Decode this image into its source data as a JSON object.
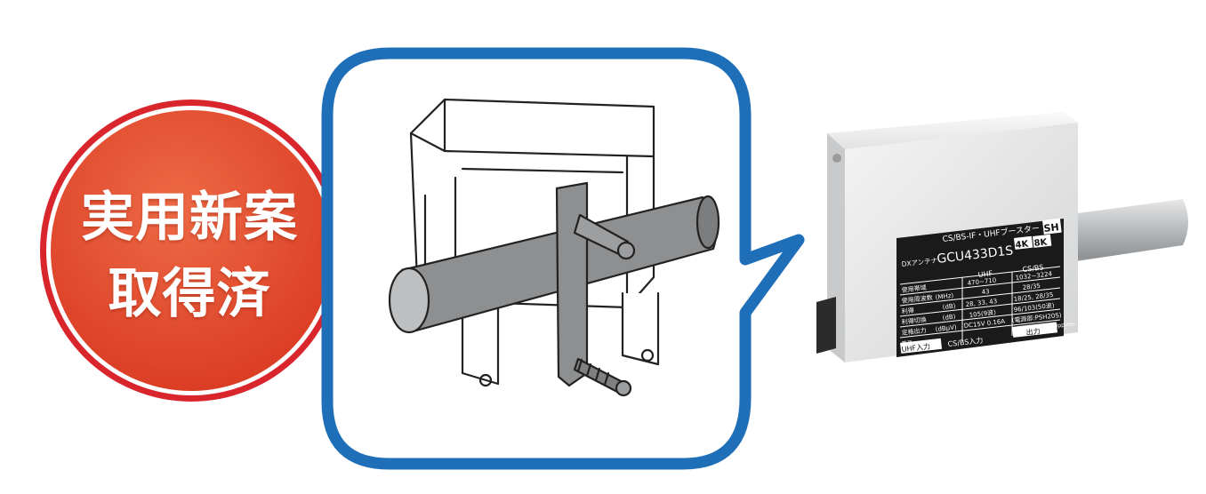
{
  "badge": {
    "line1": "実用新案",
    "line2": "取得済"
  },
  "label": {
    "product_line": "CS/BS-IF・UHFブースター",
    "brand": "DXアンテナ",
    "model": "GCU433D1S",
    "badge_4k": "4K",
    "badge_8k": "8K",
    "badge_sh": "SH",
    "col_uhf": "UHF",
    "col_csbs": "CS/BS",
    "rows": [
      {
        "name": "使用帯域",
        "unit": "",
        "uhf": "470~710",
        "csbs": "1032~3224"
      },
      {
        "name": "使用周波数",
        "unit": "(MHz)",
        "uhf": "43",
        "csbs": "28/35"
      },
      {
        "name": "利得",
        "unit": "(dB)",
        "uhf": "28, 33, 43",
        "csbs": "18/25, 28/35"
      },
      {
        "name": "利得切換",
        "unit": "(dB)",
        "uhf": "105(9波)",
        "csbs": "96/103(50波)"
      },
      {
        "name": "定格出力",
        "unit": "(dBμV)",
        "uhf": "DC15V 0.16A",
        "csbs": "(電源部:PSH20S)"
      },
      {
        "name": "電源",
        "unit": "",
        "uhf": "",
        "csbs": "Made in the Philippines"
      }
    ],
    "port_uhf_in": "UHF入力",
    "port_csbs_in": "CS/BS入力",
    "port_out": "出力"
  },
  "colors": {
    "badge_red": "#e2462c",
    "badge_ring": "#d9262c",
    "callout_blue": "#1e6fb8"
  }
}
